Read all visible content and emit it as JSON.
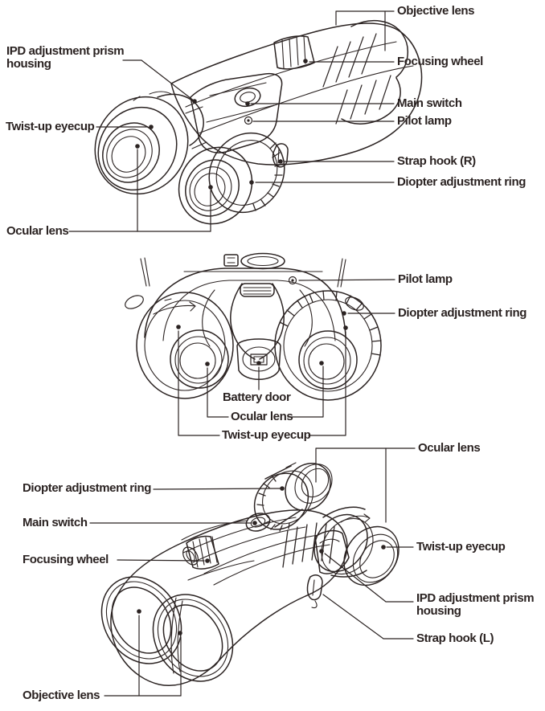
{
  "page": {
    "background": "#ffffff",
    "ink": "#2b2322"
  },
  "figure": {
    "subject": "binoculars parts diagram",
    "views": [
      {
        "labels": [
          {
            "id": "objective-lens",
            "text": "Objective lens"
          },
          {
            "id": "ipd-adjustment-prism-housing",
            "text": "IPD adjustment prism housing"
          },
          {
            "id": "focusing-wheel",
            "text": "Focusing wheel"
          },
          {
            "id": "main-switch",
            "text": "Main switch"
          },
          {
            "id": "pilot-lamp",
            "text": "Pilot lamp"
          },
          {
            "id": "twist-up-eyecup",
            "text": "Twist-up eyecup"
          },
          {
            "id": "strap-hook-r",
            "text": "Strap hook (R)"
          },
          {
            "id": "diopter-adjustment-ring",
            "text": "Diopter adjustment ring"
          },
          {
            "id": "ocular-lens",
            "text": "Ocular lens"
          }
        ]
      },
      {
        "labels": [
          {
            "id": "pilot-lamp",
            "text": "Pilot lamp"
          },
          {
            "id": "diopter-adjustment-ring",
            "text": "Diopter adjustment ring"
          },
          {
            "id": "battery-door",
            "text": "Battery door"
          },
          {
            "id": "ocular-lens",
            "text": "Ocular lens"
          },
          {
            "id": "twist-up-eyecup",
            "text": "Twist-up eyecup"
          }
        ]
      },
      {
        "labels": [
          {
            "id": "ocular-lens",
            "text": "Ocular lens"
          },
          {
            "id": "diopter-adjustment-ring",
            "text": "Diopter adjustment ring"
          },
          {
            "id": "main-switch",
            "text": "Main switch"
          },
          {
            "id": "focusing-wheel",
            "text": "Focusing wheel"
          },
          {
            "id": "twist-up-eyecup",
            "text": "Twist-up eyecup"
          },
          {
            "id": "ipd-adjustment-prism-housing",
            "text": "IPD adjustment prism housing"
          },
          {
            "id": "strap-hook-l",
            "text": "Strap hook (L)"
          },
          {
            "id": "objective-lens",
            "text": "Objective lens"
          }
        ]
      }
    ]
  }
}
